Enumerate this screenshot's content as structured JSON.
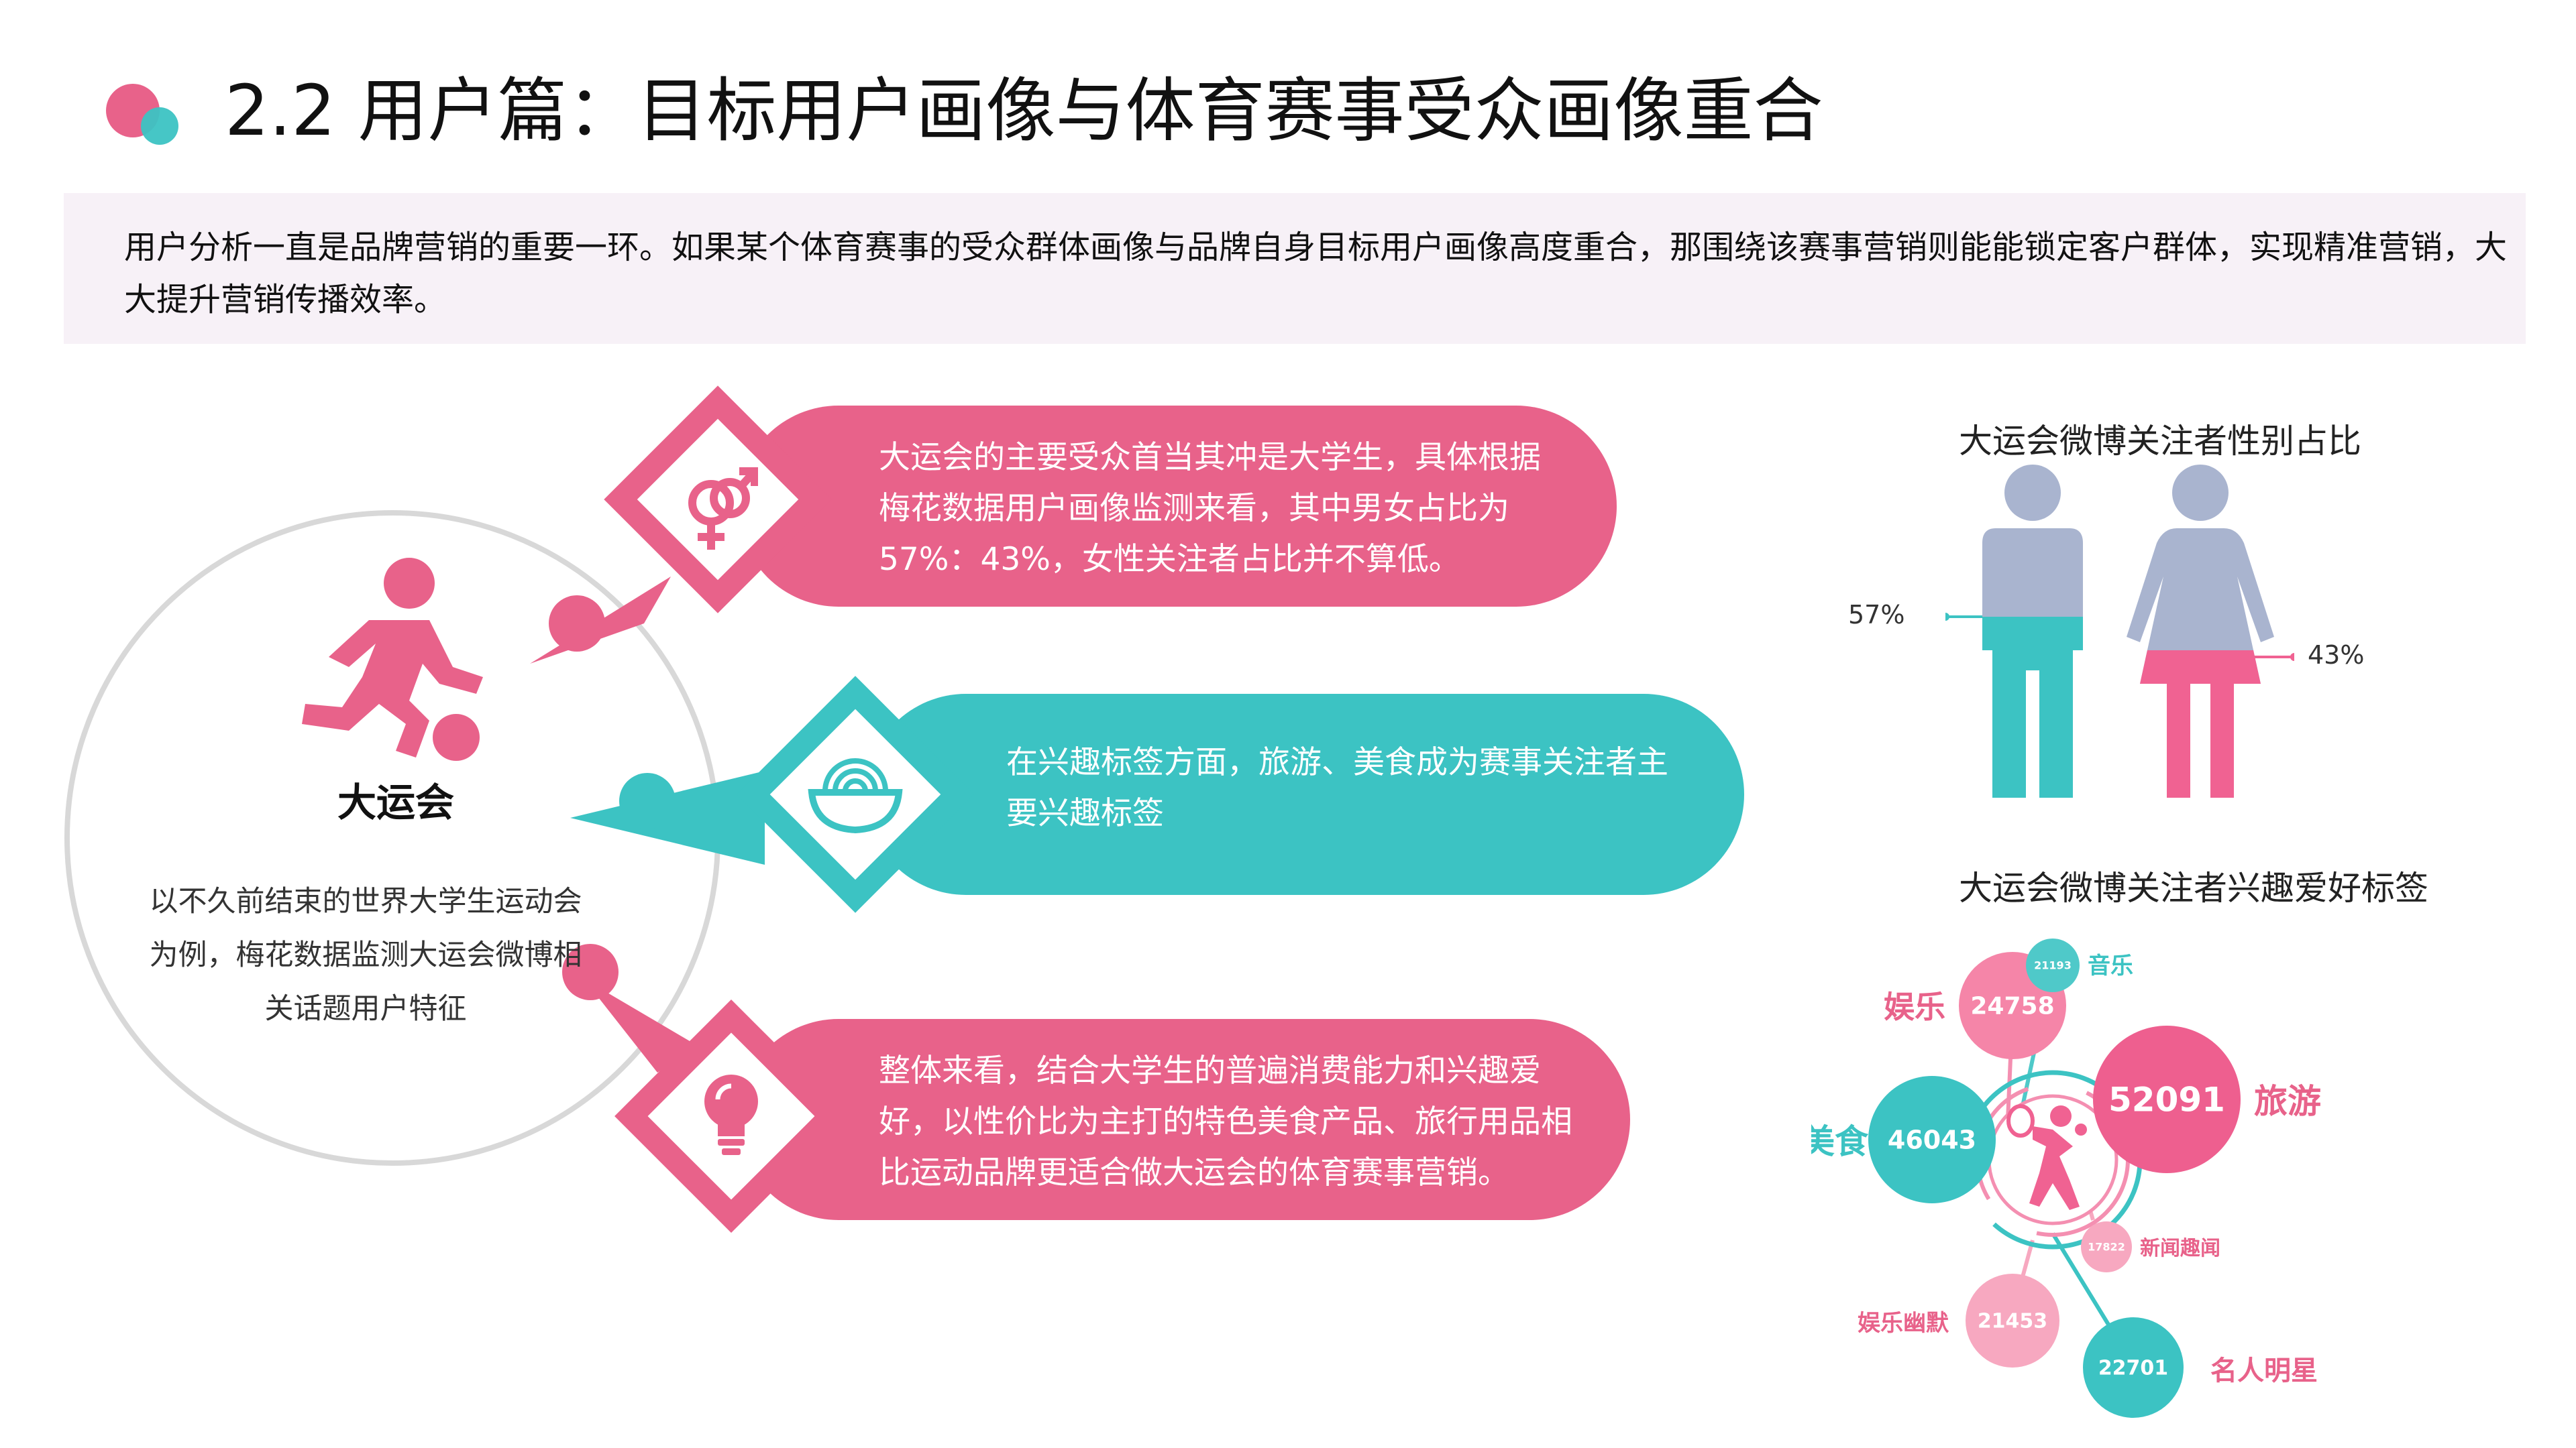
{
  "title": "2.2 用户篇：目标用户画像与体育赛事受众画像重合",
  "intro": "用户分析一直是品牌营销的重要一环。如果某个体育赛事的受众群体画像与品牌自身目标用户画像高度重合，那围绕该赛事营销则能能锁定客户群体，实现精准营销，大大提升营销传播效率。",
  "main_circle": {
    "label": "大运会",
    "desc": "以不久前结束的世界大学生运动会为例，梅花数据监测大运会微博相关话题用户特征",
    "icon": "soccer-player-icon"
  },
  "pills": [
    {
      "text": "大运会的主要受众首当其冲是大学生，具体根据梅花数据用户画像监测来看，其中男女占比为57%：43%，女性关注者占比并不算低。",
      "icon": "gender-icon",
      "color": "#e8628a"
    },
    {
      "text": "在兴趣标签方面，旅游、美食成为赛事关注者主要兴趣标签",
      "icon": "bowl-icon",
      "color": "#3cc3c3"
    },
    {
      "text": "整体来看，结合大学生的普遍消费能力和兴趣爱好，以性价比为主打的特色美食产品、旅行用品相比运动品牌更适合做大运会的体育赛事营销。",
      "icon": "lightbulb-icon",
      "color": "#e8628a"
    }
  ],
  "gender_chart": {
    "title": "大运会微博关注者性别占比",
    "male_label": "57%",
    "female_label": "43%",
    "male_fill": 0.57,
    "female_fill": 0.43,
    "colors": {
      "male": "#3cc3c3",
      "female": "#f06292",
      "base": "#a9b4cf"
    }
  },
  "interest_chart": {
    "title": "大运会微博关注者兴趣爱好标签",
    "tags": [
      {
        "name": "娱乐",
        "value": "24758",
        "color": "#f585a8",
        "name_color": "#e8628a"
      },
      {
        "name": "音乐",
        "value": "21193",
        "color": "#4fc9c9",
        "name_color": "#3cc3c3"
      },
      {
        "name": "旅游",
        "value": "52091",
        "color": "#ee5f8f",
        "name_color": "#e8628a"
      },
      {
        "name": "美食",
        "value": "46043",
        "color": "#3cc3c3",
        "name_color": "#3cc3c3"
      },
      {
        "name": "新闻趣闻",
        "value": "17822",
        "color": "#f7a8c0",
        "name_color": "#e8628a"
      },
      {
        "name": "娱乐幽默",
        "value": "21453",
        "color": "#f7a8c0",
        "name_color": "#e8628a"
      },
      {
        "name": "名人明星",
        "value": "22701",
        "color": "#3cc3c3",
        "name_color": "#e8628a"
      }
    ],
    "center_icon": "tennis-player-icon"
  }
}
